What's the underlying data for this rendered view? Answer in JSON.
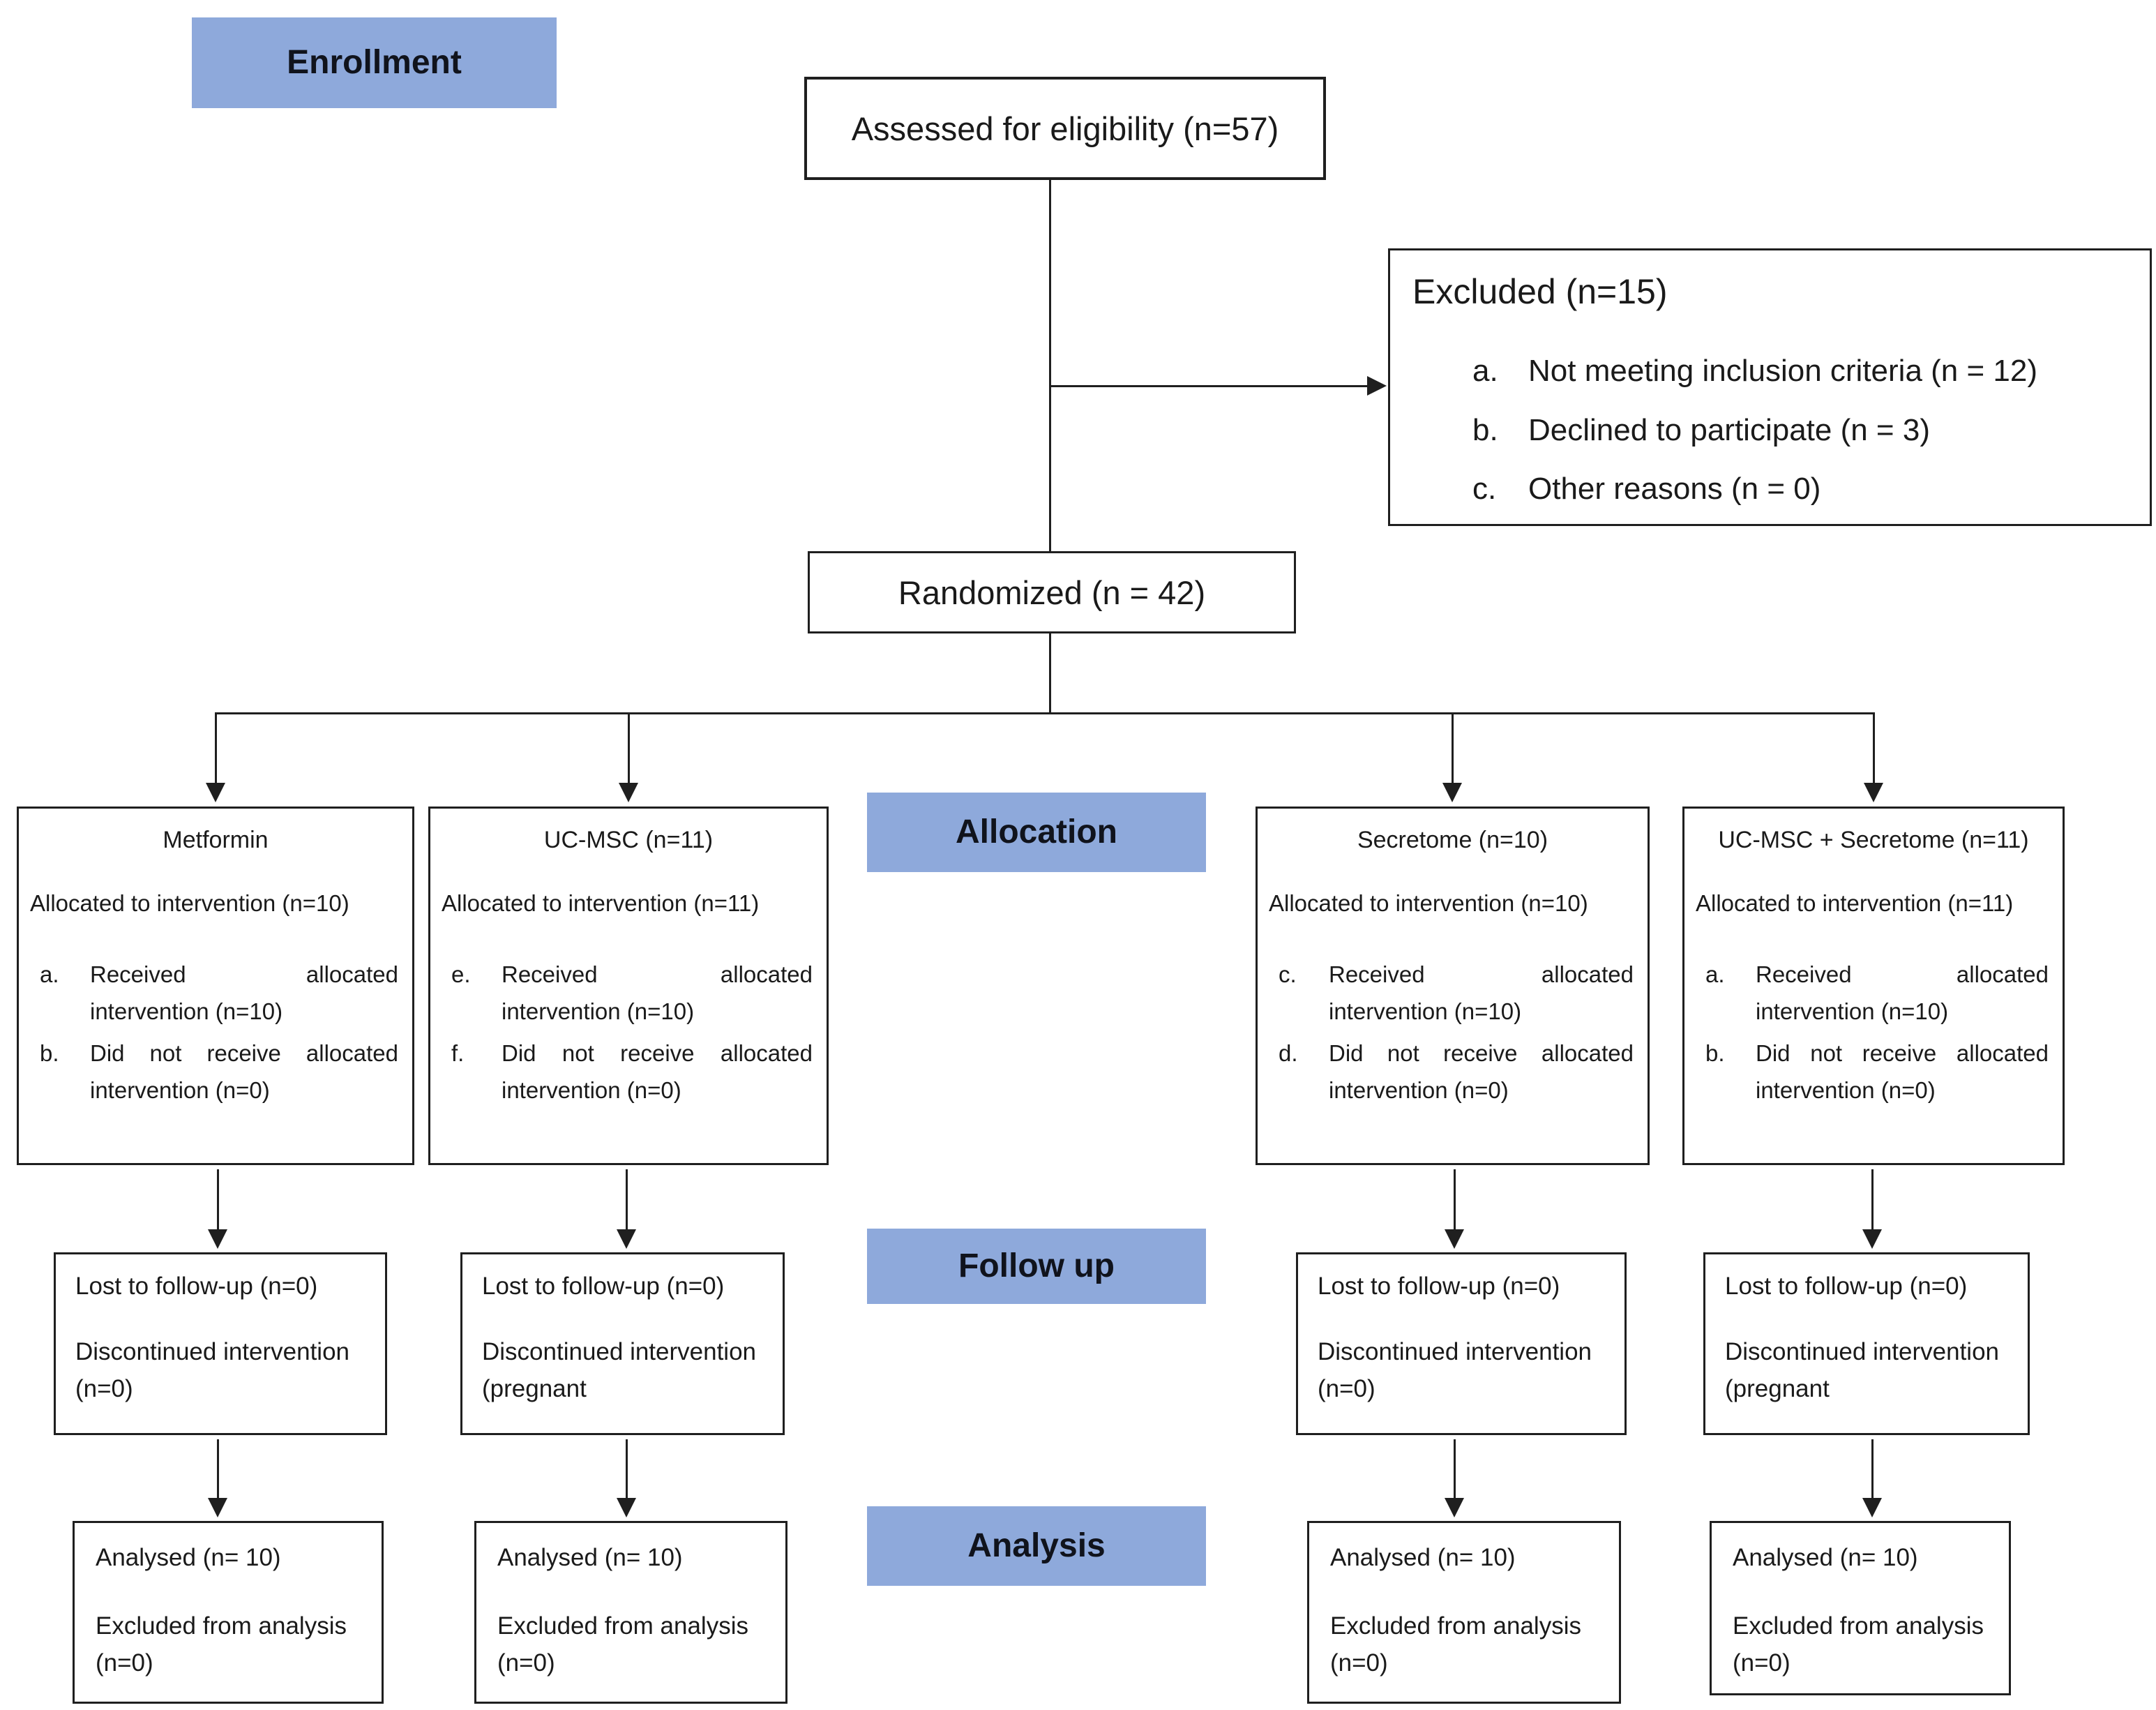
{
  "colors": {
    "stage_label_bg": "#8EA9DB",
    "line": "#1F1F1F",
    "box_bg": "#FFFFFF",
    "text": "#1A1A1A"
  },
  "stages": {
    "enrollment": "Enrollment",
    "allocation": "Allocation",
    "follow_up": "Follow up",
    "analysis": "Analysis"
  },
  "enrollment": {
    "assessed": "Assessed for eligibility (n=57)",
    "excluded": {
      "title": "Excluded (n=15)",
      "items": [
        {
          "letter": "a.",
          "text": "Not meeting inclusion criteria (n = 12)"
        },
        {
          "letter": "b.",
          "text": "Declined to participate (n = 3)"
        },
        {
          "letter": "c.",
          "text": "Other reasons (n = 0)"
        }
      ]
    },
    "randomized": "Randomized (n = 42)"
  },
  "arms": [
    {
      "title": "Metformin",
      "allocated": "Allocated to intervention (n=10)",
      "items": [
        {
          "letter": "a.",
          "text": "Received allocated intervention (n=10)"
        },
        {
          "letter": "b.",
          "text": "Did not receive allocated intervention (n=0)"
        }
      ],
      "follow_up": {
        "lost": "Lost to follow-up (n=0)",
        "discontinued": "Discontinued intervention (n=0)"
      },
      "analysis": {
        "analysed": "Analysed (n= 10)",
        "excluded": "Excluded from analysis (n=0)"
      }
    },
    {
      "title": "UC-MSC (n=11)",
      "allocated": "Allocated to intervention (n=11)",
      "items": [
        {
          "letter": "e.",
          "text": "Received allocated intervention (n=10)"
        },
        {
          "letter": "f.",
          "text": "Did not receive allocated intervention (n=0)"
        }
      ],
      "follow_up": {
        "lost": "Lost to follow-up (n=0)",
        "discontinued": "Discontinued intervention (pregnant"
      },
      "analysis": {
        "analysed": "Analysed (n= 10)",
        "excluded": "Excluded from analysis (n=0)"
      }
    },
    {
      "title": "Secretome (n=10)",
      "allocated": "Allocated to intervention (n=10)",
      "items": [
        {
          "letter": "c.",
          "text": "Received allocated intervention (n=10)"
        },
        {
          "letter": "d.",
          "text": "Did not receive allocated intervention (n=0)"
        }
      ],
      "follow_up": {
        "lost": "Lost to follow-up (n=0)",
        "discontinued": "Discontinued intervention (n=0)"
      },
      "analysis": {
        "analysed": "Analysed (n= 10)",
        "excluded": "Excluded from analysis (n=0)"
      }
    },
    {
      "title": "UC-MSC + Secretome (n=11)",
      "allocated": "Allocated to intervention (n=11)",
      "items": [
        {
          "letter": "a.",
          "text": "Received allocated intervention (n=10)"
        },
        {
          "letter": "b.",
          "text": "Did not receive allocated intervention (n=0)"
        }
      ],
      "follow_up": {
        "lost": "Lost to follow-up (n=0)",
        "discontinued": "Discontinued intervention (pregnant"
      },
      "analysis": {
        "analysed": "Analysed (n= 10)",
        "excluded": "Excluded from analysis (n=0)"
      }
    }
  ]
}
